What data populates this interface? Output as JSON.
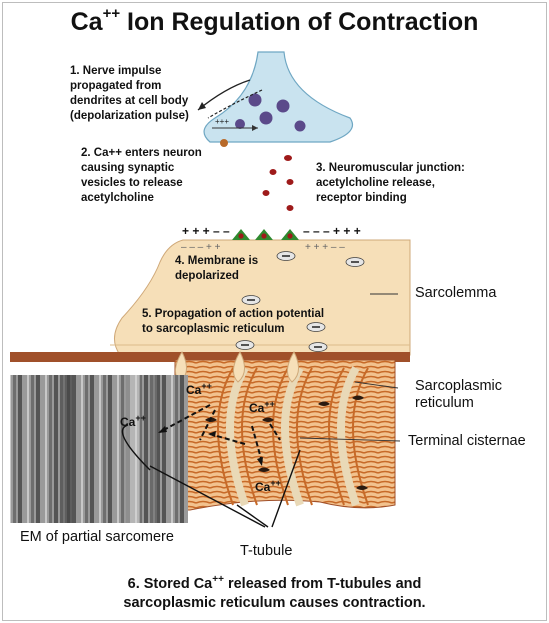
{
  "title": {
    "main": "Ca",
    "sup": "++",
    "rest": " Ion Regulation of Contraction"
  },
  "steps": {
    "s1": "1. Nerve impulse\npropagated from\ndendrites at cell body\n(depolarization pulse)",
    "s2": "2. Ca++ enters neuron\ncausing synaptic\nvesicles to release\nacetylcholine",
    "s3": "3. Neuromuscular junction:\nacetylcholine release,\nreceptor binding",
    "s4": "4. Membrane is\ndepolarized",
    "s5": "5. Propagation of action potential\nto sarcoplasmic reticulum"
  },
  "side_labels": {
    "sarcolemma": "Sarcolemma",
    "sarcoplasmic_reticulum": "Sarcoplasmic\nreticulum",
    "terminal_cisternae": "Terminal cisternae",
    "em": "EM of partial sarcomere",
    "t_tubule": "T-tubule"
  },
  "ion_labels": {
    "ca": "Ca",
    "sup": "++"
  },
  "charges": {
    "top_left": "+ + + – –",
    "top_right": "– – – + + +",
    "bottom_left": "– – – + +",
    "bottom_right": "+ + + – –"
  },
  "caption": {
    "line1_pre": "6. Stored Ca",
    "line1_sup": "++",
    "line1_post": " released from T-tubules and",
    "line2": "sarcoplasmic reticulum causes contraction."
  },
  "colors": {
    "neuron": "#c9e3ef",
    "vesicle": "#5b4a8a",
    "acetylcholine": "#9e1a1a",
    "receptor": "#2f8a2f",
    "sarcolemma": "#f6dfb8",
    "sr": "#e89a55",
    "em_dark": "#3a3a3a"
  }
}
